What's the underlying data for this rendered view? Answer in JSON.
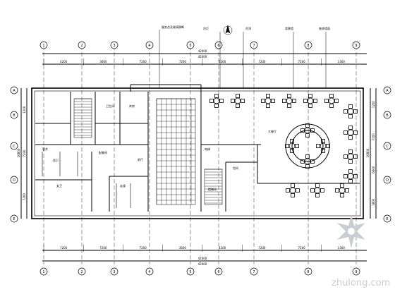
{
  "grid": {
    "columns": [
      "1",
      "2",
      "3",
      "4",
      "5",
      "6",
      "7",
      "8",
      "9"
    ],
    "rows": [
      "A",
      "B",
      "C",
      "D",
      "E"
    ]
  },
  "top_dimensions": {
    "segments": [
      "4200",
      "3600",
      "7200",
      "7200",
      "7200",
      "7200",
      "7200",
      "3300"
    ],
    "total": "42000",
    "total_sub": "42000"
  },
  "bottom_dimensions": {
    "segments": [
      "7200",
      "7200",
      "7200",
      "3600",
      "4200",
      "7200",
      "7200",
      "3300"
    ],
    "total": "42000",
    "total_sub": "42000"
  },
  "left_dimensions": {
    "segments": [
      "1200",
      "7200",
      "7200"
    ],
    "total": "16800"
  },
  "right_dimensions": {
    "segments": [
      "1200",
      "7200",
      "6600",
      "1800"
    ],
    "total": "16800"
  },
  "callouts": [
    "服务台及玻璃隔断",
    "吊灯",
    "吊顶",
    "背景墙",
    "装饰墙面"
  ],
  "rooms": [
    "卫生间",
    "库房",
    "配餐间",
    "大餐厅",
    "包间",
    "楼梯间",
    "电梯",
    "男卫",
    "女卫",
    "走道",
    "管井",
    "前厅"
  ],
  "watermark": {
    "text": "zhulong.com"
  },
  "colors": {
    "line": "#000000",
    "background": "#ffffff",
    "watermark": "#c9ced3"
  }
}
